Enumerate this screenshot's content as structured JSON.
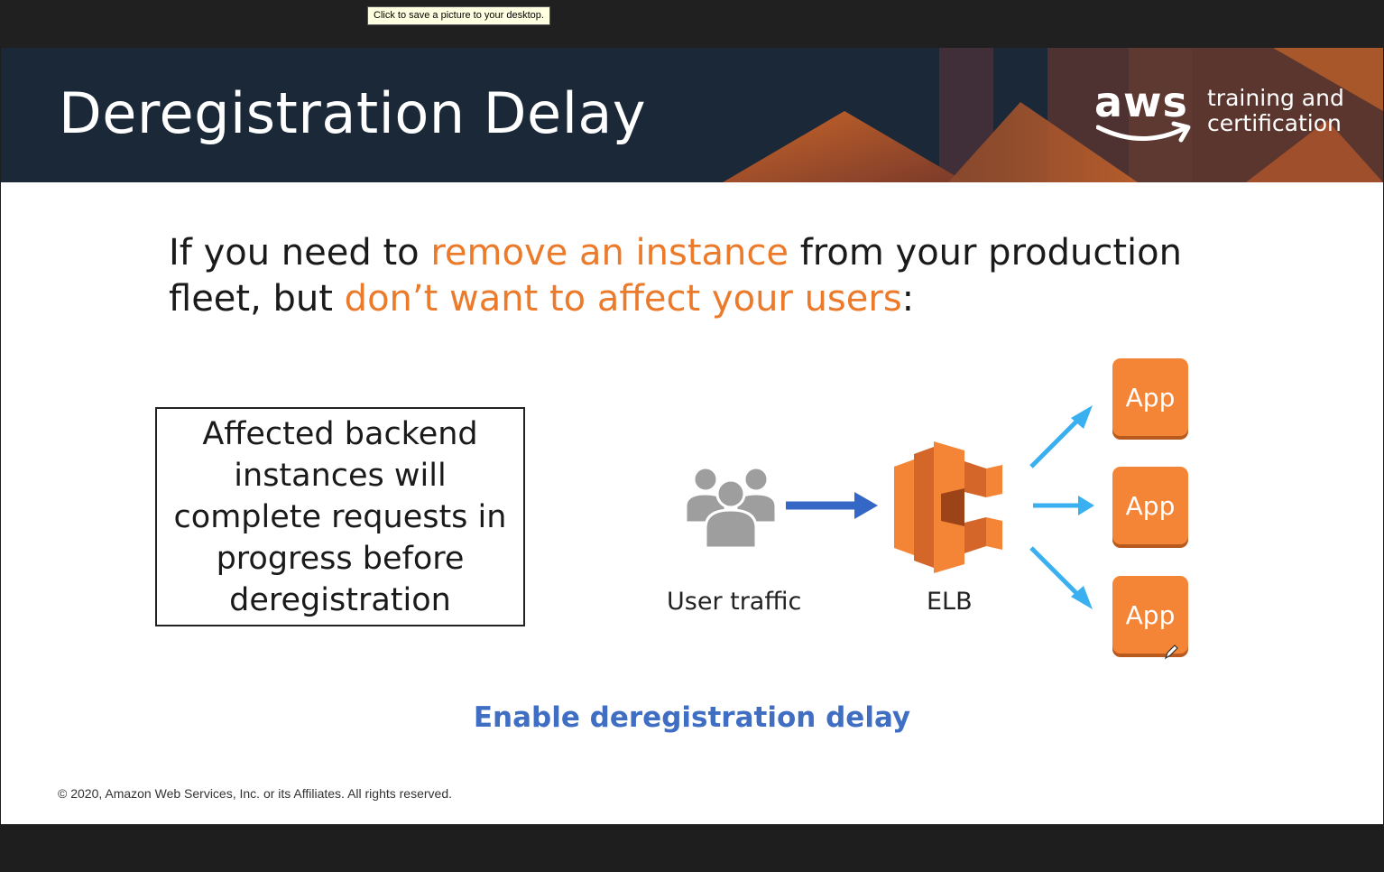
{
  "tooltip": {
    "text": "Click to save a picture to your desktop."
  },
  "slide": {
    "title": "Deregistration Delay",
    "logo": {
      "wordmark": "aws",
      "tagline_line1": "training and",
      "tagline_line2": "certification"
    },
    "lead": {
      "part1": "If you need to ",
      "highlight1": "remove an instance",
      "part2": " from your production fleet, but ",
      "highlight2": "don’t want to affect your users",
      "part3": ":"
    },
    "box_text": "Affected backend instances will complete requests in progress before deregistration",
    "diagram": {
      "user_label": "User traffic",
      "elb_label": "ELB",
      "apps": [
        "App",
        "App",
        "App"
      ]
    },
    "cta": "Enable deregistration delay",
    "copyright": "© 2020, Amazon Web Services, Inc. or its Affiliates. All rights reserved."
  },
  "colors": {
    "header_bg": "#1b2838",
    "highlight": "#ec7a2b",
    "app_orange": "#f58536",
    "cta_blue": "#3f6ec3",
    "arrow_blue": "#3567c7",
    "arrow_light_blue": "#3ab0f0"
  }
}
